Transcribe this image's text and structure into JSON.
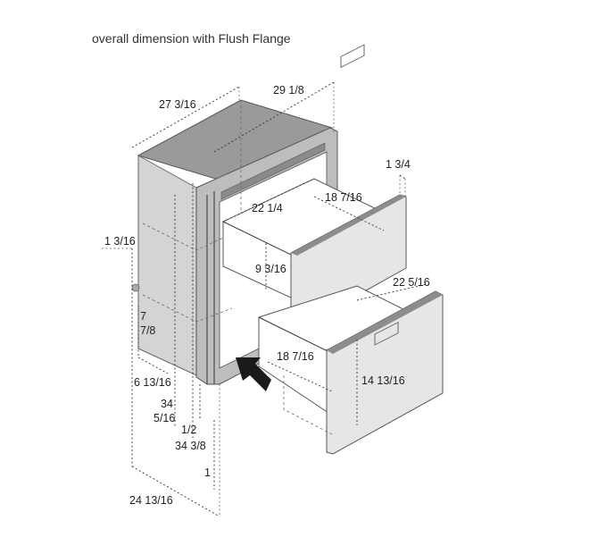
{
  "caption": "overall dimension with Flush Flange",
  "dimensions": {
    "d_27_3_16": "27 3/16",
    "d_29_1_8": "29 1/8",
    "d_1_3_4": "1 3/4",
    "d_22_1_4": "22 1/4",
    "d_18_7_16_top": "18 7/16",
    "d_1_3_16": "1 3/16",
    "d_9_3_16": "9 3/16",
    "d_22_5_16": "22 5/16",
    "d_7": "7",
    "d_7_8": "7/8",
    "d_18_7_16_bottom": "18 7/16",
    "d_14_13_16": "14 13/16",
    "d_6_13_16": "6 13/16",
    "d_34": "34",
    "d_5_16": "5/16",
    "d_1_2": "1/2",
    "d_34_3_8": "34 3/8",
    "d_1": "1",
    "d_24_13_16": "24 13/16"
  },
  "colors": {
    "cabinet_top": "#9a9a9a",
    "cabinet_side": "#d4d4d4",
    "flange": "#bdbdbd",
    "drawer_front": "#e6e6e6",
    "drawer_edge": "#8c8c8c",
    "arrow": "#1a1a1a"
  }
}
